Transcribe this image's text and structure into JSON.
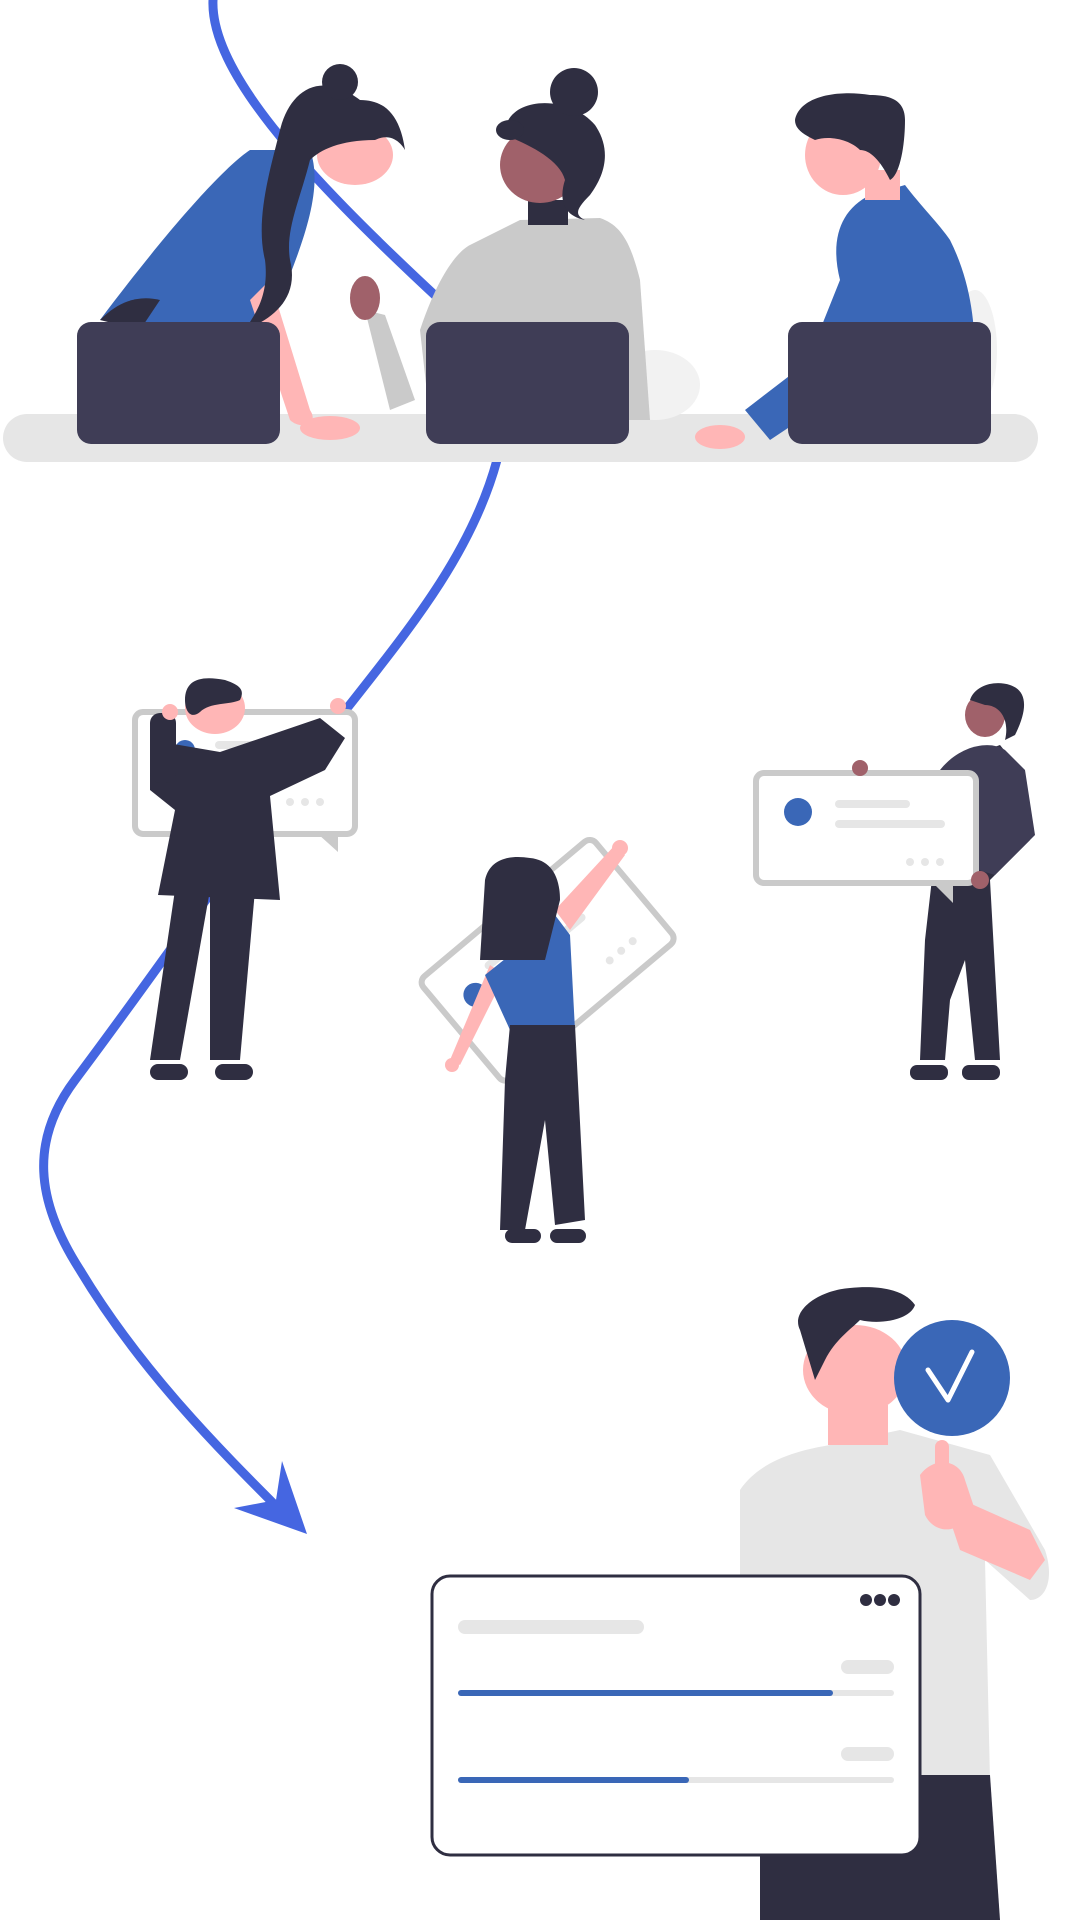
{
  "colors": {
    "background": "#ffffff",
    "accent_blue": "#3a67b7",
    "arrow_blue": "#4566e1",
    "dark": "#2f2e41",
    "laptop": "#3f3d56",
    "skin_light": "#ffb6b6",
    "skin_dark": "#a0616a",
    "shirt_gray": "#cacaca",
    "light_gray": "#e6e6e6",
    "card_border": "#cacaca"
  },
  "scene": {
    "top_group": {
      "people": 3,
      "laptops": 3
    },
    "middle_group": {
      "people": 3,
      "message_cards": 3
    },
    "bottom_group": {
      "dashboard_card": {
        "menu_dots": 3,
        "progress_bars": [
          {
            "fraction": 0.86
          },
          {
            "fraction": 0.53
          }
        ]
      },
      "badge_icon": "check-icon"
    },
    "arrow_icon": "curved-arrow-icon"
  }
}
